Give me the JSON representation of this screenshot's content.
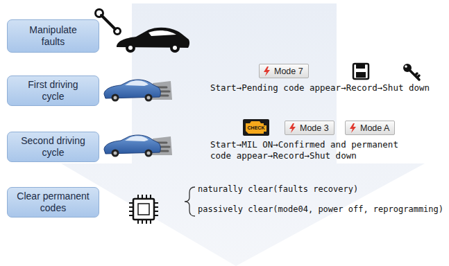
{
  "diagram": {
    "nodes": [
      {
        "text": [
          "Manipulate faults"
        ]
      },
      {
        "text": [
          "First driving cycle"
        ]
      },
      {
        "text": [
          "Mode 7"
        ]
      },
      {
        "text": [
          "Second driving cycle"
        ]
      },
      {
        "text": [
          "Mode 3"
        ]
      },
      {
        "text": [
          "Mode A"
        ]
      },
      {
        "text": [
          "Clear permanent codes"
        ]
      }
    ],
    "labels": [
      "Start→Pending code appear→Record→Shut down",
      "CHECK",
      "Start→MIL ON→Confirmed and permanent code appear→Record→Shut down",
      "naturally clear(faults recovery)",
      "passively clear(mode04, power off, reprogramming)"
    ]
  }
}
